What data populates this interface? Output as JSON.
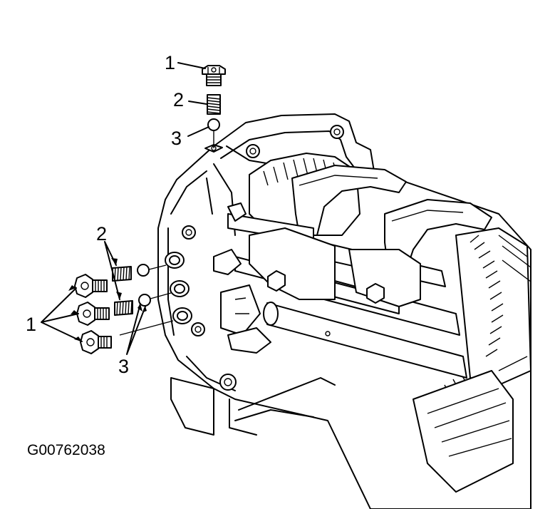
{
  "callouts": {
    "top_plug": "1",
    "top_spring": "2",
    "top_ball": "3",
    "side_plugs": "1",
    "side_springs": "2",
    "side_balls": "3"
  },
  "figure_id": "G00762038",
  "icons": {
    "plug": "threaded-plug-icon",
    "spring": "detent-spring-icon",
    "ball": "detent-ball-icon"
  }
}
